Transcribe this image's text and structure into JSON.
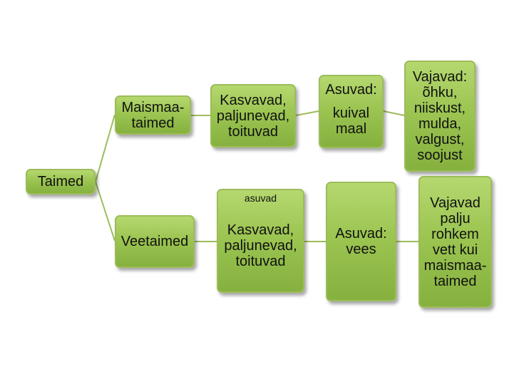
{
  "root": {
    "label": "Taimed"
  },
  "branches": [
    {
      "label": "Maismaa-\ntaimed",
      "activities": "Kasvavad,\npaljunevad,\ntoituvad",
      "habitat_title": "Asuvad:",
      "habitat_body": "kuival\nmaal",
      "needs": "Vajavad:\nõhku,\nniiskust,\nmulda,\nvalgust,\nsoojust"
    },
    {
      "label": "Veetaimed",
      "activities_note": "asuvad",
      "activities": "Kasvavad,\npaljunevad,\ntoituvad",
      "habitat": "Asuvad:\nvees",
      "needs": "Vajavad\npalju\nrohkem\nvett kui\nmaismaa-\ntaimed"
    }
  ],
  "colors": {
    "node_top": "#b5d86f",
    "node_bottom": "#86b13f",
    "border": "#9cbd5a",
    "connector": "#9cbd5a"
  }
}
